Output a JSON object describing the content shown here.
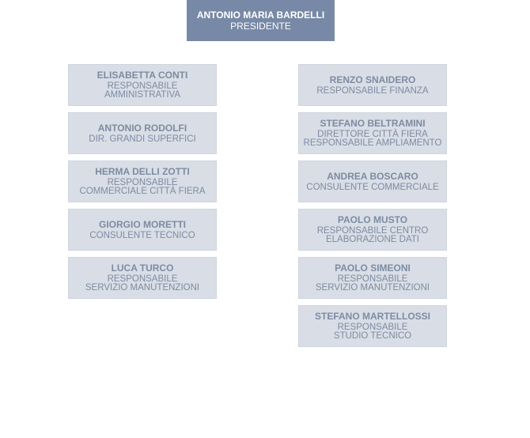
{
  "president": {
    "name": "ANTONIO MARIA BARDELLI",
    "role": "PRESIDENTE"
  },
  "left": [
    {
      "name": "ELISABETTA CONTI",
      "role": "RESPONSABILE\nAMMINISTRATIVA"
    },
    {
      "name": "ANTONIO RODOLFI",
      "role": "DIR. GRANDI SUPERFICI"
    },
    {
      "name": "HERMA DELLI ZOTTI",
      "role": "RESPONSABILE\nCOMMERCIALE CITTÀ FIERA"
    },
    {
      "name": "GIORGIO MORETTI",
      "role": "CONSULENTE TECNICO"
    },
    {
      "name": "LUCA TURCO",
      "role": "RESPONSABILE\nSERVIZIO MANUTENZIONI"
    }
  ],
  "right": [
    {
      "name": "RENZO SNAIDERO",
      "role": "RESPONSABILE FINANZA"
    },
    {
      "name": "STEFANO BELTRAMINI",
      "role": "DIRETTORE CITTÀ FIERA\nRESPONSABILE AMPLIAMENTO"
    },
    {
      "name": "ANDREA BOSCARO",
      "role": "CONSULENTE COMMERCIALE"
    },
    {
      "name": "PAOLO MUSTO",
      "role": "RESPONSABILE CENTRO\nELABORAZIONE DATI"
    },
    {
      "name": "PAOLO SIMEONI",
      "role": "RESPONSABILE\nSERVIZIO MANUTENZIONI"
    },
    {
      "name": "STEFANO MARTELLOSSI",
      "role": "RESPONSABILE\nSTUDIO TECNICO"
    }
  ]
}
